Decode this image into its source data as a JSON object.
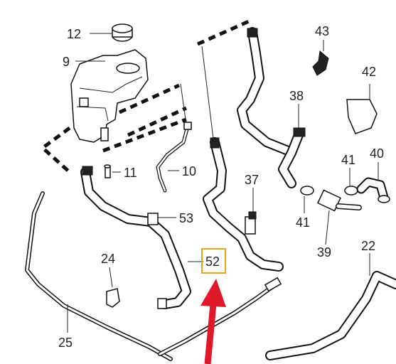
{
  "diagram": {
    "callouts": [
      {
        "id": "12",
        "label": "12"
      },
      {
        "id": "9",
        "label": "9"
      },
      {
        "id": "11",
        "label": "11"
      },
      {
        "id": "10",
        "label": "10"
      },
      {
        "id": "53",
        "label": "53"
      },
      {
        "id": "52",
        "label": "52"
      },
      {
        "id": "24",
        "label": "24"
      },
      {
        "id": "25",
        "label": "25"
      },
      {
        "id": "43",
        "label": "43"
      },
      {
        "id": "42",
        "label": "42"
      },
      {
        "id": "38",
        "label": "38"
      },
      {
        "id": "41a",
        "label": "41"
      },
      {
        "id": "40",
        "label": "40"
      },
      {
        "id": "37",
        "label": "37"
      },
      {
        "id": "41b",
        "label": "41"
      },
      {
        "id": "39",
        "label": "39"
      },
      {
        "id": "22",
        "label": "22"
      }
    ],
    "highlight": {
      "target": "52",
      "box_color": "#e8a317",
      "arrow_color": "#e0192a"
    }
  }
}
